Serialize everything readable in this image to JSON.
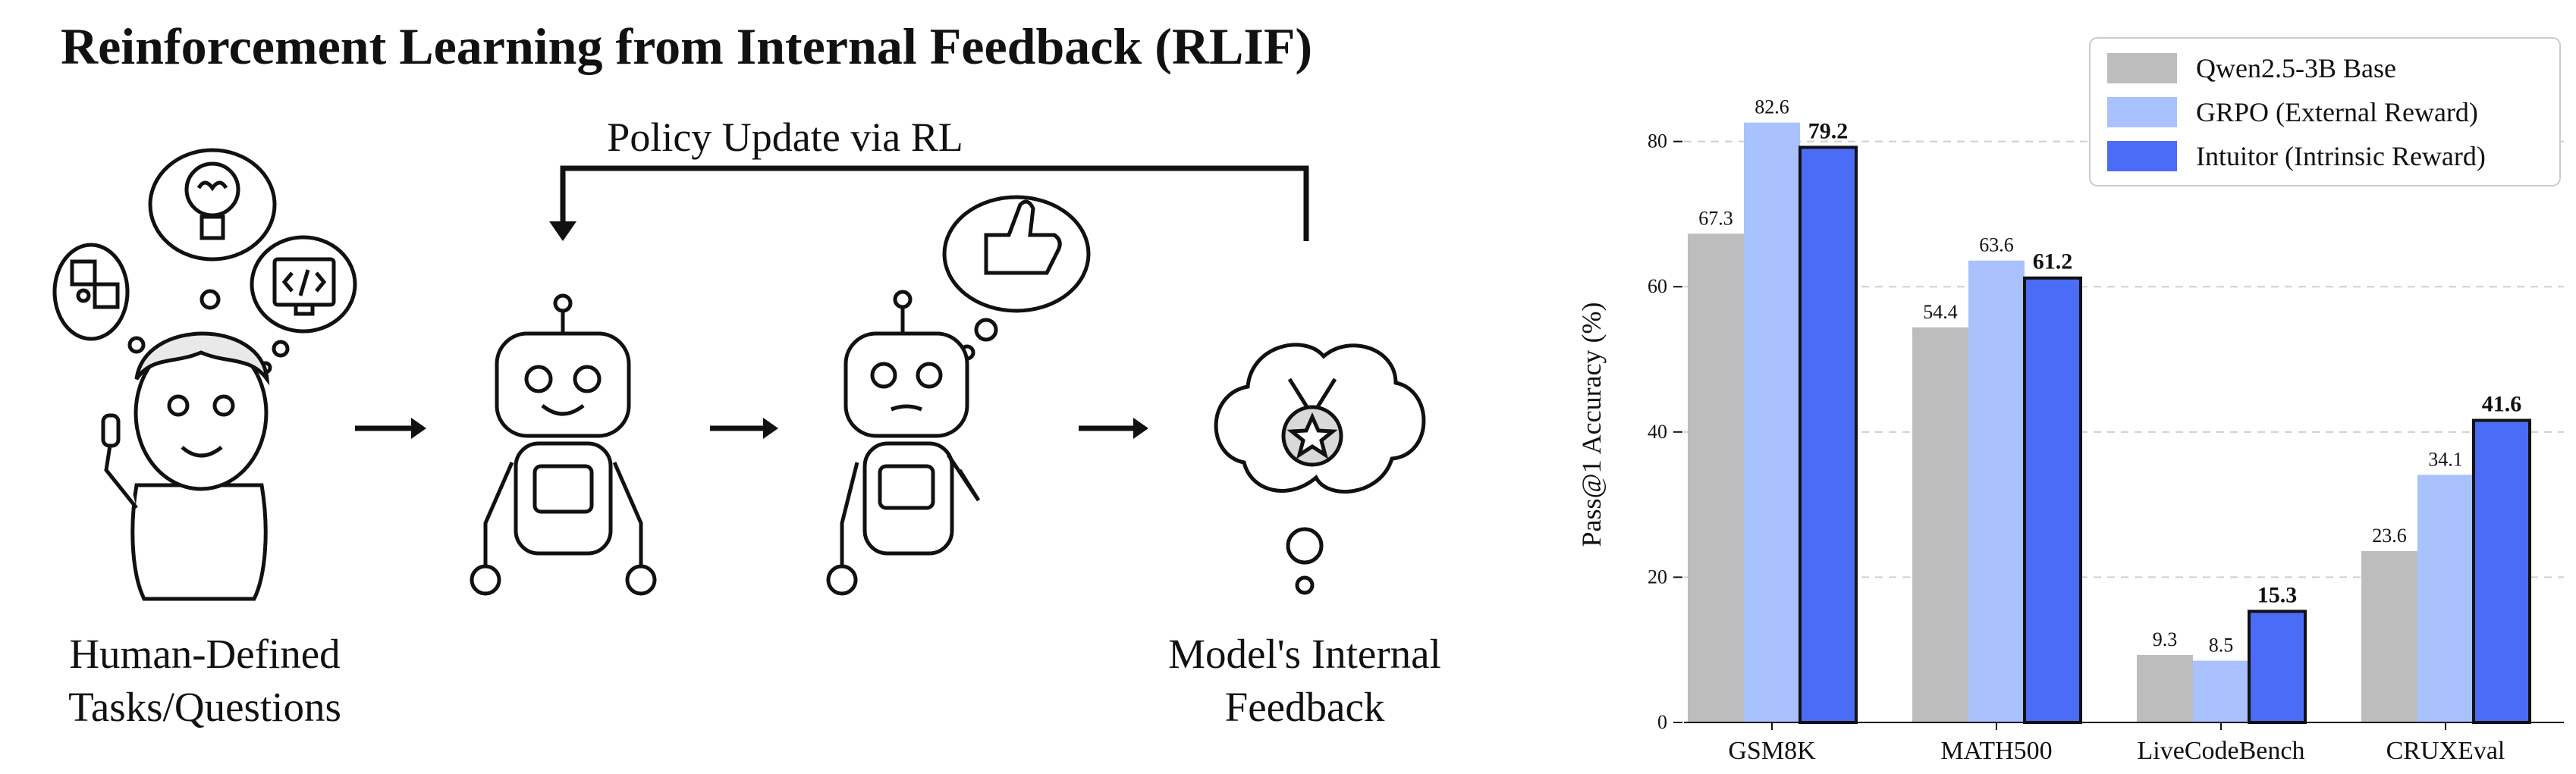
{
  "diagram": {
    "title": "Reinforcement Learning from Internal Feedback (RLIF)",
    "loop_label": "Policy Update via RL",
    "left_caption": "Human-Defined\nTasks/Questions",
    "right_caption": "Model's Internal\nFeedback",
    "icons": [
      "puzzle-icon",
      "lightbulb-brain-icon",
      "code-window-icon",
      "thumbs-up-icon",
      "medal-star-icon"
    ]
  },
  "chart_data": {
    "type": "bar",
    "categories": [
      "GSM8K",
      "MATH500",
      "LiveCodeBench",
      "CRUXEval"
    ],
    "series": [
      {
        "name": "Qwen2.5-3B Base",
        "values": [
          67.3,
          54.4,
          9.3,
          23.6
        ],
        "labels": [
          "67.3",
          "54.4",
          "9.3",
          "23.6"
        ],
        "color": "#bdbdbd",
        "bold": false
      },
      {
        "name": "GRPO (External Reward)",
        "values": [
          82.6,
          63.6,
          8.5,
          34.1
        ],
        "labels": [
          "82.6",
          "63.6",
          "8.5",
          "34.1"
        ],
        "color": "#a9c1fd",
        "bold": false
      },
      {
        "name": "Intuitor (Intrinsic Reward)",
        "values": [
          79.2,
          61.2,
          15.3,
          41.6
        ],
        "labels": [
          "79.2",
          "61.2",
          "15.3",
          "41.6"
        ],
        "color": "#4a6cf7",
        "bold": true
      }
    ],
    "ylabel": "Pass@1 Accuracy (%)",
    "ylim": [
      0,
      88
    ],
    "yticks": [
      0,
      20,
      40,
      60,
      80
    ],
    "ytick_labels": [
      "0",
      "20",
      "40",
      "60",
      "80"
    ],
    "grid": true,
    "legend": "top-right"
  }
}
